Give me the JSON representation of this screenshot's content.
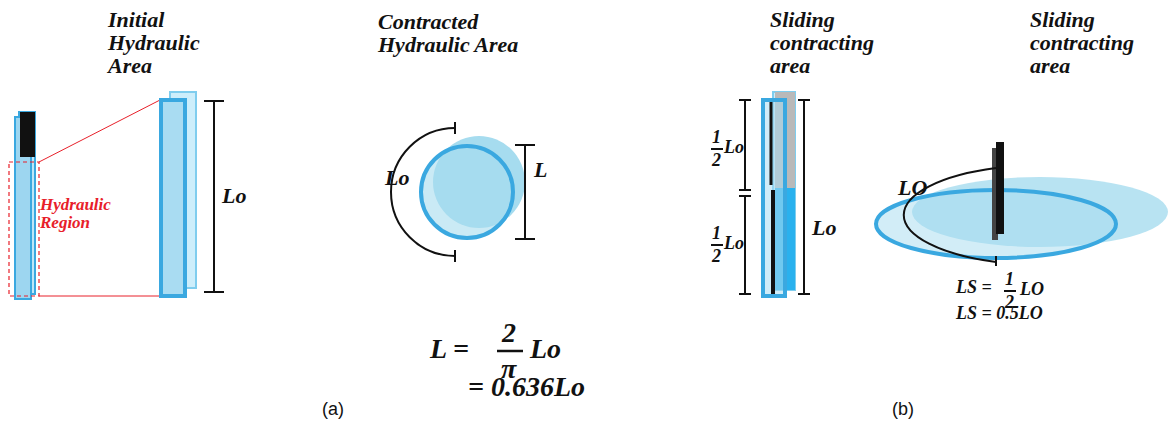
{
  "diagram": {
    "labels": [
      "Initial Hydraulic Area",
      "Hydraulic Region",
      "Lo",
      "Contracted Hydraulic Area",
      "Lo",
      "L",
      "L =",
      "2",
      "π",
      "Lo",
      "= 0.636Lo",
      "(a)",
      "Sliding contracting area",
      "1",
      "2",
      "Lo",
      "1",
      "2",
      "Lo",
      "Lo",
      "Sliding contracting area",
      "LO",
      "LS =",
      "1",
      "2",
      "LO",
      "LS = 0.5LO",
      "(b)"
    ]
  }
}
